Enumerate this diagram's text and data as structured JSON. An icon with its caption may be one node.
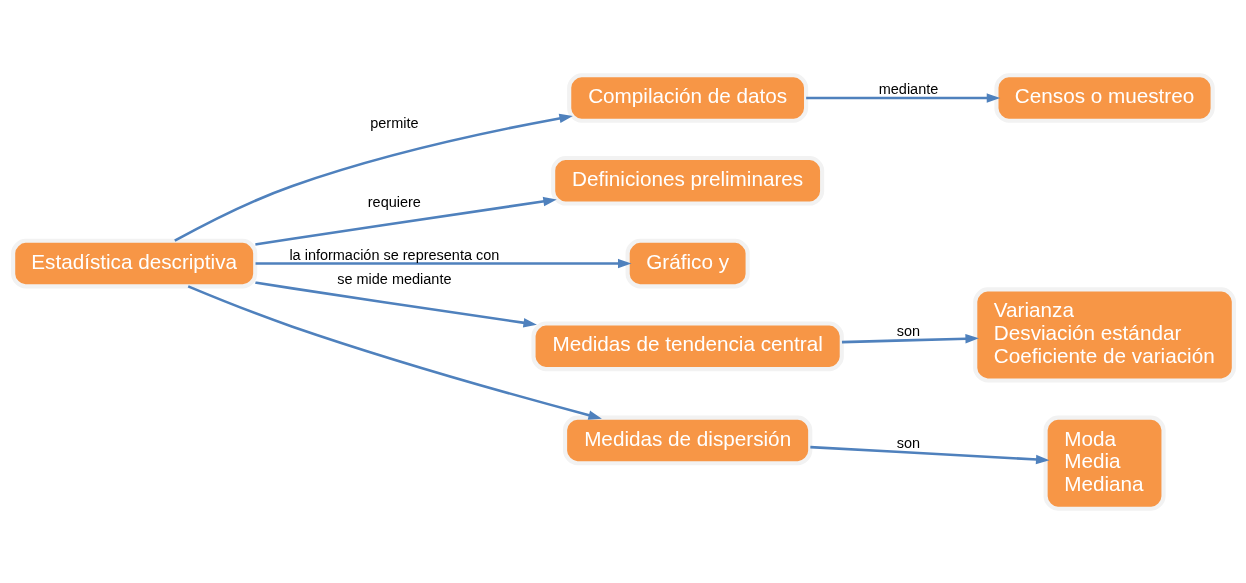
{
  "diagram": {
    "nodes": [
      {
        "text": [
          "Estadística descriptiva"
        ]
      },
      {
        "text": [
          "Compilación de datos"
        ]
      },
      {
        "text": [
          "Censos o muestreo"
        ]
      },
      {
        "text": [
          "Definiciones preliminares"
        ]
      },
      {
        "text": [
          "Gráfico y"
        ]
      },
      {
        "text": [
          "Medidas de tendencia central"
        ]
      },
      {
        "text": [
          "Medidas de dispersión"
        ]
      },
      {
        "text": [
          "Varianza",
          "Desviación estándar",
          "Coeficiente de variación"
        ]
      },
      {
        "text": [
          "Moda",
          "Media",
          "Mediana"
        ]
      }
    ],
    "edges": [
      {
        "from": 0,
        "to": 1,
        "arrow": "to",
        "label": "permite"
      },
      {
        "from": 1,
        "to": 2,
        "arrow": "to",
        "label": "mediante"
      },
      {
        "from": 0,
        "to": 3,
        "arrow": "to",
        "label": "requiere"
      },
      {
        "from": 0,
        "to": 4,
        "arrow": "to",
        "label": "la información se representa con"
      },
      {
        "from": 0,
        "to": 5,
        "arrow": "to",
        "label": "se mide mediante"
      },
      {
        "from": 0,
        "to": 6,
        "arrow": "to"
      },
      {
        "from": 5,
        "to": 7,
        "arrow": "to",
        "label": "son"
      },
      {
        "from": 6,
        "to": 8,
        "arrow": "to",
        "label": "son"
      }
    ]
  }
}
